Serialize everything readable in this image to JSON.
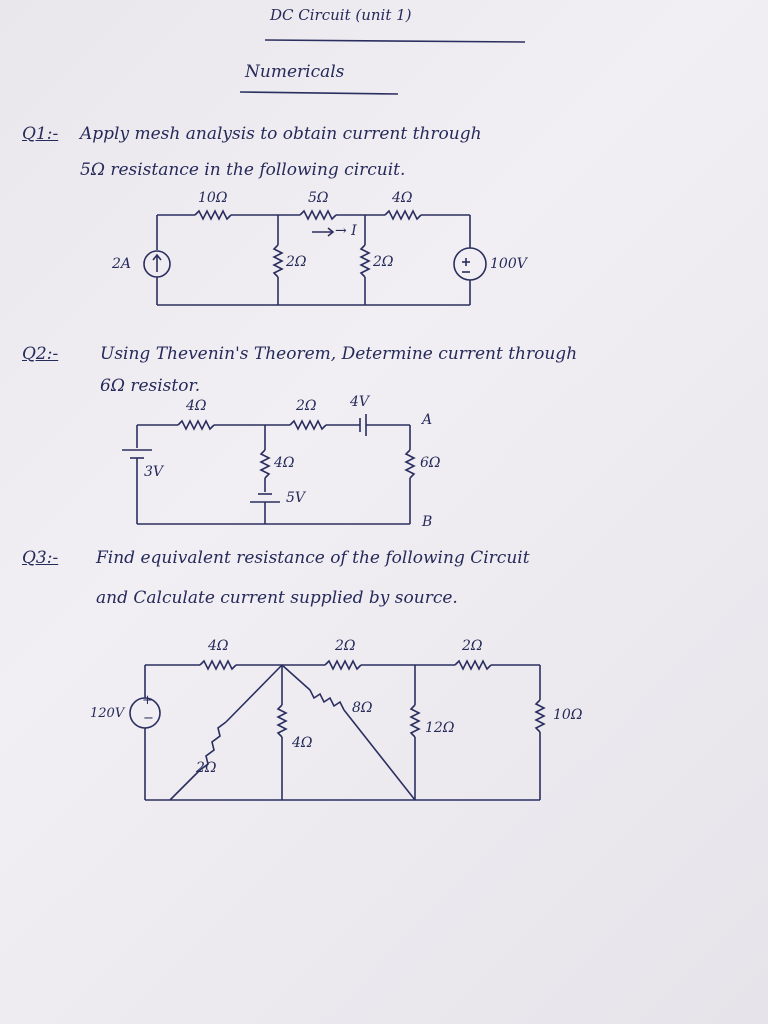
{
  "header": {
    "title": "DC Circuit (unit 1)",
    "subtitle": "Numericals"
  },
  "q1": {
    "number": "Q1:-",
    "line1": "Apply mesh analysis to obtain current through",
    "line2": "5Ω resistance in the following circuit.",
    "labels": {
      "r10": "10Ω",
      "r5": "5Ω",
      "r4": "4Ω",
      "current": "→ I",
      "src_current": "2A",
      "r2a": "2Ω",
      "r2b": "2Ω",
      "src_voltage": "100V"
    }
  },
  "q2": {
    "number": "Q2:-",
    "line1": "Using Thevenin's Theorem, Determine current through",
    "line2": "6Ω resistor.",
    "labels": {
      "r4top": "4Ω",
      "r2": "2Ω",
      "v4": "4V",
      "a": "A",
      "b": "B",
      "v3": "3V",
      "r4mid": "4Ω",
      "r6": "6Ω",
      "v5": "5V"
    }
  },
  "q3": {
    "number": "Q3:-",
    "line1": "Find equivalent resistance of the following Circuit",
    "line2": "and Calculate current supplied by source.",
    "labels": {
      "r4top": "4Ω",
      "r2top1": "2Ω",
      "r2top2": "2Ω",
      "v120": "120V",
      "r8": "8Ω",
      "r12": "12Ω",
      "r10": "10Ω",
      "r4diag": "4Ω",
      "r2diag": "2Ω"
    }
  }
}
